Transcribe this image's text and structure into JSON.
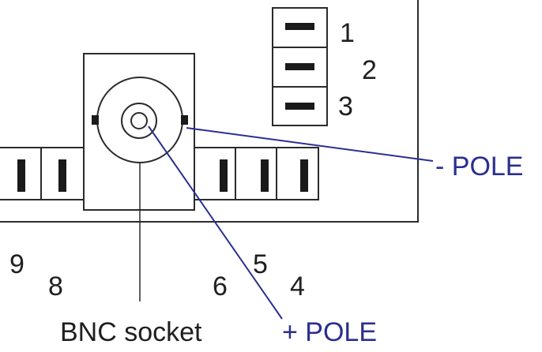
{
  "pin_labels": {
    "p1": "1",
    "p2": "2",
    "p3": "3",
    "p4": "4",
    "p5": "5",
    "p6": "6",
    "p8": "8",
    "p9": "9"
  },
  "callouts": {
    "minus_pole": "- POLE",
    "plus_pole": "+ POLE",
    "bnc_socket": "BNC socket"
  },
  "colors": {
    "outline": "#2b2b2b",
    "pin": "#1a1a1a",
    "pole_line": "#2b2f8f",
    "pole_text": "#2b2f8f",
    "label_text": "#1f1f1f"
  }
}
